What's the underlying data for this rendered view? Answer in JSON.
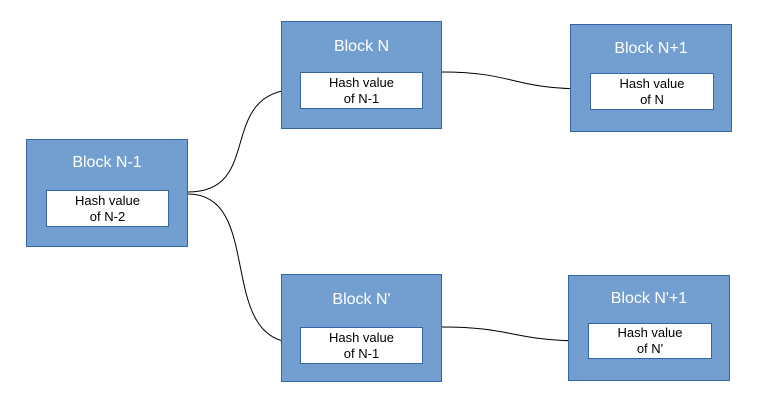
{
  "blocks": {
    "n_minus_1": {
      "title": "Block N-1",
      "hash_line1": "Hash value",
      "hash_line2": "of N-2"
    },
    "n": {
      "title": "Block N",
      "hash_line1": "Hash value",
      "hash_line2": "of N-1"
    },
    "n_plus_1": {
      "title": "Block N+1",
      "hash_line1": "Hash value",
      "hash_line2": "of N"
    },
    "n_prime": {
      "title": "Block N'",
      "hash_line1": "Hash value",
      "hash_line2": "of N-1"
    },
    "n_prime_plus_1": {
      "title": "Block N'+1",
      "hash_line1": "Hash value",
      "hash_line2": "of N'"
    }
  },
  "colors": {
    "block_fill": "#729fcf",
    "block_border": "#3465a4",
    "hash_fill": "#ffffff",
    "edge": "#000000"
  }
}
